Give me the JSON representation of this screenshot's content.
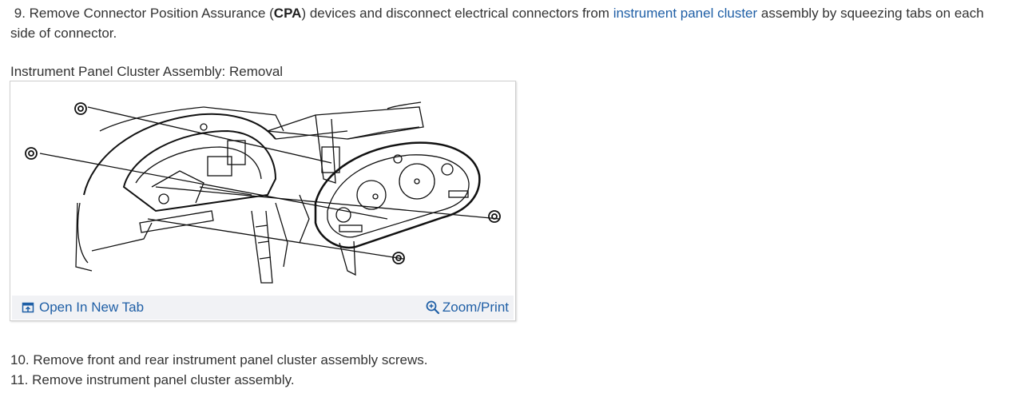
{
  "step9": {
    "number": "9.",
    "text_before_bold": " Remove Connector Position Assurance (",
    "bold": "CPA",
    "text_after_bold": ") devices and disconnect electrical connectors from ",
    "link": "instrument panel cluster",
    "text_end": " assembly by squeezing tabs on each side of connector."
  },
  "figure": {
    "caption": "Instrument Panel Cluster Assembly: Removal",
    "open_tab_label": "Open In New Tab",
    "zoom_label": "Zoom/Print",
    "link_color": "#1f5fa6"
  },
  "step10": "10. Remove front and rear instrument panel cluster assembly screws.",
  "step11": "11. Remove instrument panel cluster assembly."
}
